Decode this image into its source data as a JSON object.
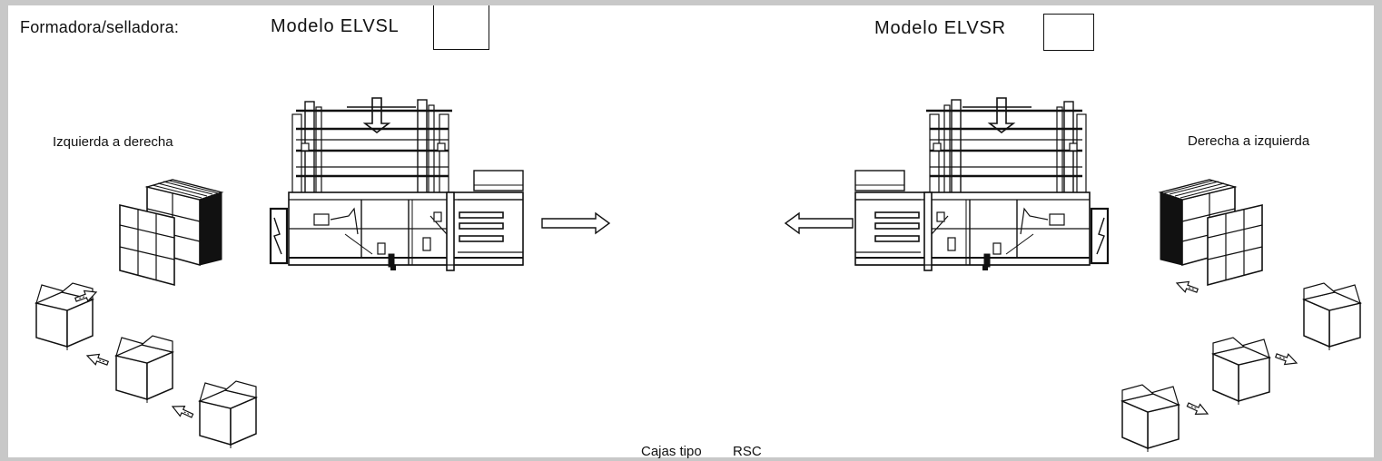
{
  "header": {
    "formadora_label": "Formadora/selladora:",
    "modelo_left": "Modelo  ELVSL",
    "modelo_right": "Modelo ELVSR"
  },
  "left_section": {
    "direction_label": "Izquierda a derecha"
  },
  "right_section": {
    "direction_label": "Derecha a izquierda"
  },
  "footer": {
    "cajas_label": "Cajas tipo",
    "rsc_label": "RSC"
  }
}
